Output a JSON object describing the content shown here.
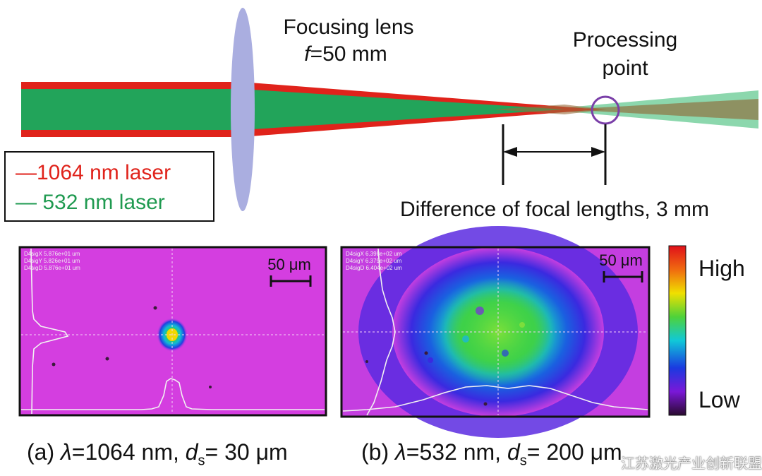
{
  "diagram": {
    "lens_label": "Focusing lens",
    "lens_focal": {
      "symbol": "f",
      "value": "=50 mm"
    },
    "processing_point": {
      "line1": "Processing",
      "line2": "point"
    },
    "focal_difference": "Difference of focal lengths, 3 mm"
  },
  "legend": [
    {
      "text": "—1064 nm laser",
      "color": "#e0231b"
    },
    {
      "text": "— 532 nm laser",
      "color": "#1f9a50"
    }
  ],
  "panels": {
    "a": {
      "scale_bar": "50 μm",
      "readout": [
        "D4sigX 5.876e+01 um",
        "D4sigY 5.826e+01 um",
        "D4sigD 5.876e+01 um"
      ],
      "caption": {
        "prefix": "(a) ",
        "lambda": "λ",
        "lambda_value": "=1064 nm, ",
        "d": "d",
        "sub": "s",
        "d_value": "= 30 μm"
      }
    },
    "b": {
      "scale_bar": "50 μm",
      "readout": [
        "D4sigX 6.398e+02 um",
        "D4sigY 6.379e+02 um",
        "D4sigD 6.404e+02 um"
      ],
      "caption": {
        "prefix": "(b) ",
        "lambda": "λ",
        "lambda_value": "=532 nm, ",
        "d": "d",
        "sub": "s",
        "d_value": "= 200 μm"
      }
    }
  },
  "colorbar": {
    "high": "High",
    "low": "Low"
  },
  "watermark": "江苏激光产业创新联盟",
  "colors": {
    "red_beam": "#e0231b",
    "green_beam": "#22a45a",
    "light_green": "#7fd3a4",
    "lens": "#aaaee0",
    "circle": "#7a3fa8",
    "background_magenta": "#d43ee0"
  }
}
